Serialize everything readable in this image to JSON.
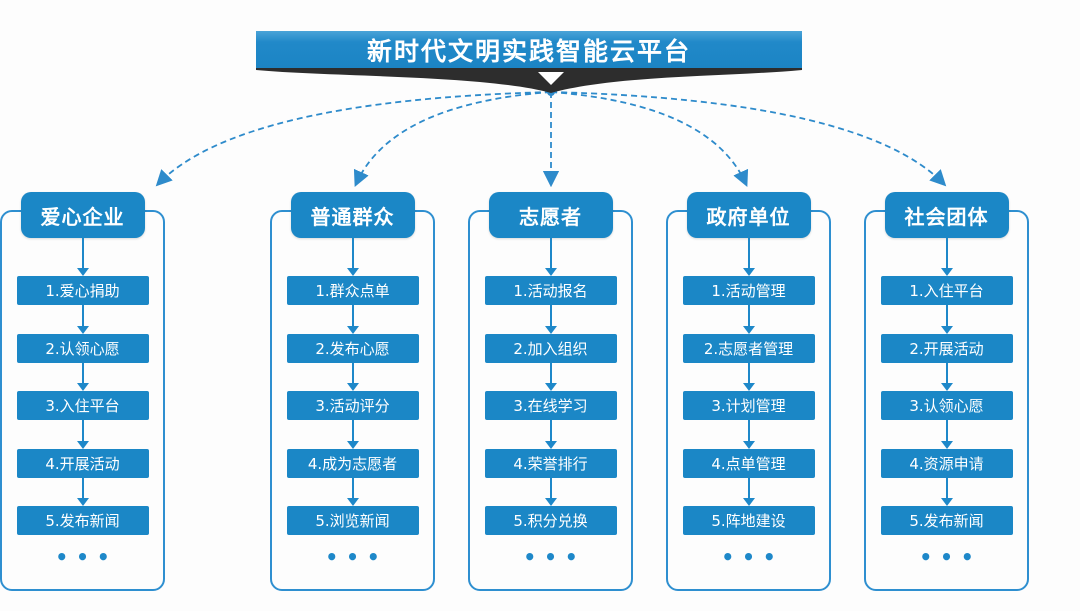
{
  "title": "新时代文明实践智能云平台",
  "ellipsis": "•••",
  "columns": [
    {
      "title": "普通群众",
      "items": [
        "1.群众点单",
        "2.发布心愿",
        "3.活动评分",
        "4.成为志愿者",
        "5.浏览新闻"
      ]
    },
    {
      "title": "志愿者",
      "items": [
        "1.活动报名",
        "2.加入组织",
        "3.在线学习",
        "4.荣誉排行",
        "5.积分兑换"
      ]
    },
    {
      "title": "政府单位",
      "items": [
        "1.活动管理",
        "2.志愿者管理",
        "3.计划管理",
        "4.点单管理",
        "5.阵地建设"
      ]
    },
    {
      "title": "社会团体",
      "items": [
        "1.入住平台",
        "2.开展活动",
        "3.认领心愿",
        "4.资源申请",
        "5.发布新闻"
      ]
    },
    {
      "title": "爱心企业",
      "items": [
        "1.爱心捐助",
        "2.认领心愿",
        "3.入住平台",
        "4.开展活动",
        "5.发布新闻"
      ]
    }
  ],
  "colors": {
    "box_blue": "#1b87c6",
    "line_blue": "#2e8bcb",
    "outline_blue": "#2e8fd0",
    "dark_band": "#2d2d2d",
    "text_white": "#ffffff",
    "background": "#fdfdfd"
  }
}
